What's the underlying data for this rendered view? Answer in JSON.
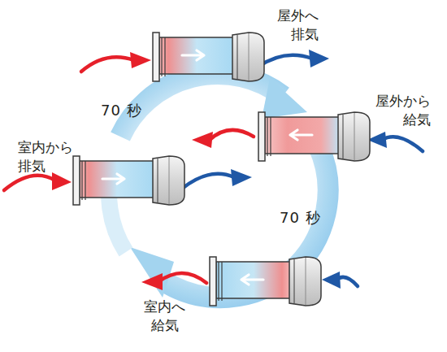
{
  "diagram": {
    "labels": [
      "屋外へ 排気",
      "70 秒",
      "屋外から 給気",
      "室内から 排気",
      "70 秒",
      "室内へ 給気"
    ]
  }
}
